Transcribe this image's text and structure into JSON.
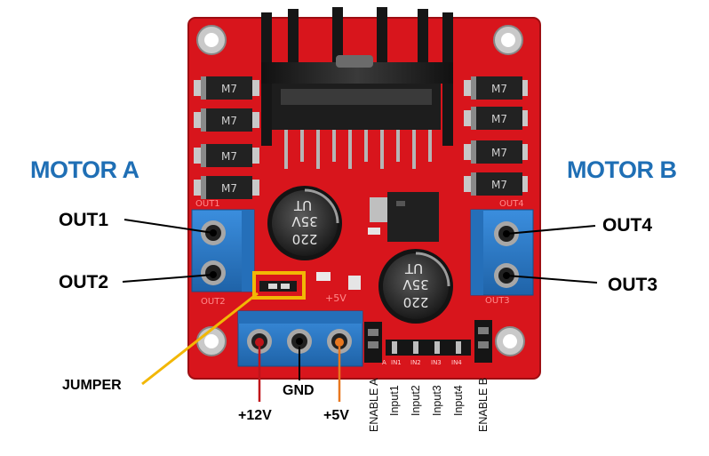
{
  "labels": {
    "motor_a": "MOTOR A",
    "motor_b": "MOTOR B",
    "out1": "OUT1",
    "out2": "OUT2",
    "out3": "OUT3",
    "out4": "OUT4",
    "jumper": "JUMPER",
    "v12": "+12V",
    "gnd": "GND",
    "v5": "+5V",
    "enable_a": "ENABLE A",
    "input1": "Input1",
    "input2": "Input2",
    "input3": "Input3",
    "input4": "Input4",
    "enable_b": "ENABLE B"
  },
  "board_print": {
    "diode": "M7",
    "cap_value": "220",
    "cap_volts": "35V",
    "cap_series": "UT",
    "out1": "OUT1",
    "out2": "OUT2",
    "out3": "OUT3",
    "out4": "OUT4",
    "in1": "IN1",
    "in2": "IN2",
    "in3": "IN3",
    "in4": "IN4",
    "ena": "A",
    "plus5": "+5V"
  },
  "colors": {
    "motor_label": "#1f6fb5",
    "board": "#d8151c",
    "terminal": "#2d7dc9",
    "jumper_highlight": "#f2b705",
    "wire_12v": "#c0141a",
    "wire_5v": "#e8771f"
  }
}
